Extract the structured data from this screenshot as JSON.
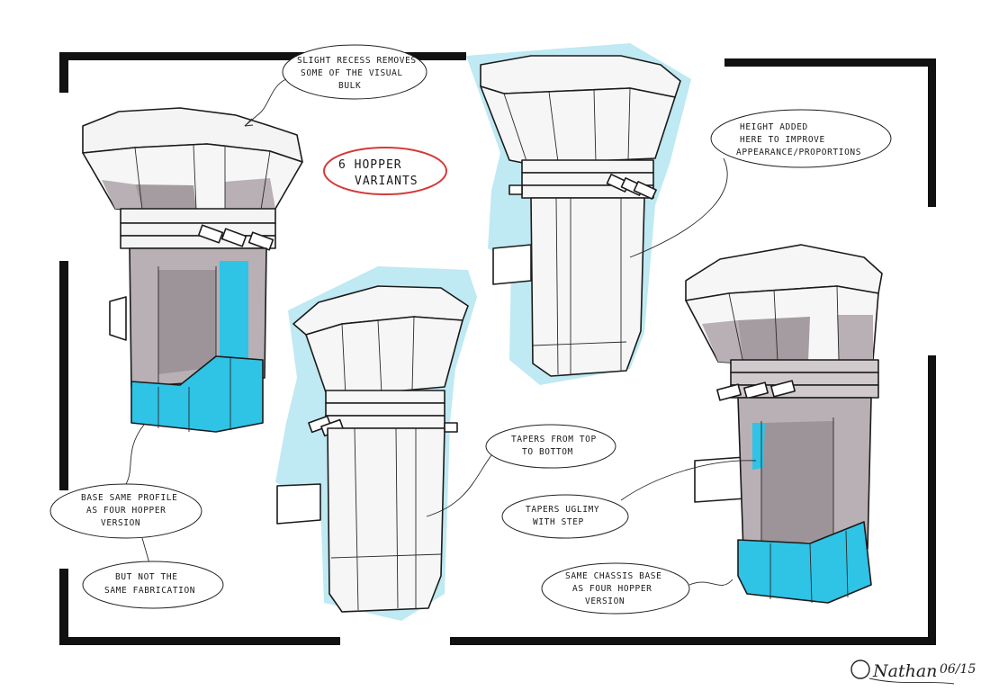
{
  "colors": {
    "frame": "#111111",
    "ink": "#1b1b1b",
    "grey_shade": "#b8b0b4",
    "grey_dark": "#9c9498",
    "cyan": "#2fc3e6",
    "cyan_halo": "#bfe9f3",
    "red_outline": "#d43a3a"
  },
  "title": {
    "line1": "6 HOPPER",
    "line2": "VARIANTS"
  },
  "notes": {
    "recess": [
      "SLIGHT RECESS REMOVES",
      "SOME OF THE VISUAL",
      "BULK"
    ],
    "height": [
      "HEIGHT ADDED",
      "HERE TO IMPROVE",
      "APPEARANCE/PROPORTIONS"
    ],
    "base_profile": [
      "BASE SAME PROFILE",
      "AS FOUR HOPPER",
      "VERSION"
    ],
    "fabrication": [
      "BUT NOT THE",
      "SAME FABRICATION"
    ],
    "tapers_top": [
      "TAPERS FROM TOP",
      "TO BOTTOM"
    ],
    "tapers_step": [
      "TAPERS UGLIMY",
      "WITH STEP"
    ],
    "chassis": [
      "SAME CHASSIS BASE",
      "AS FOUR HOPPER",
      "VERSION"
    ]
  },
  "signature": {
    "name": "Nathan",
    "date": "06/15"
  }
}
